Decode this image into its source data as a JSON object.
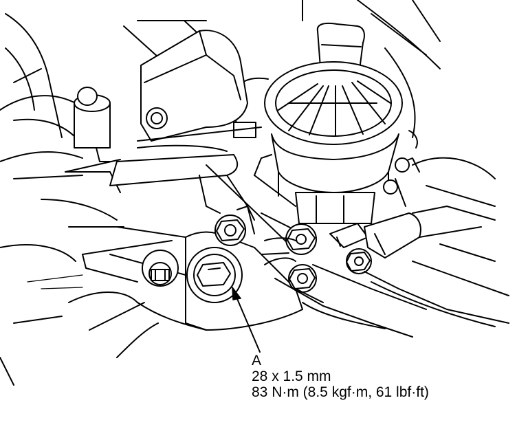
{
  "callout": {
    "letter": "A",
    "size": "28 x 1.5 mm",
    "torque": "83 N·m (8.5 kgf·m, 61 lbf·ft)"
  }
}
